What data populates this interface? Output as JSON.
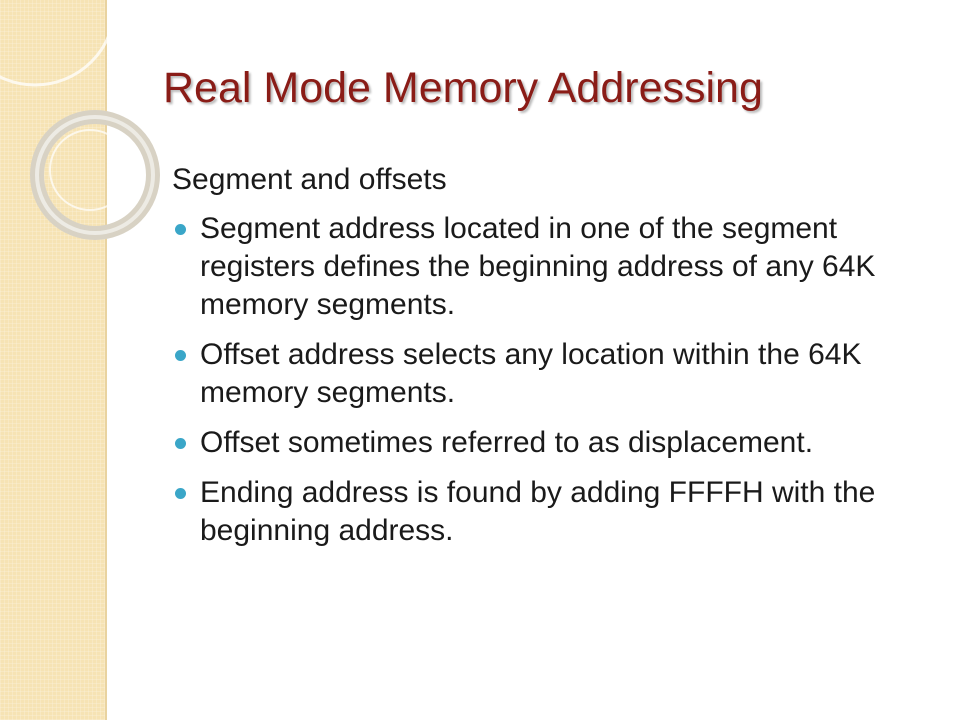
{
  "slide": {
    "title": "Real Mode Memory Addressing",
    "lead": "Segment and offsets",
    "bullets": [
      "Segment address located in one of the segment registers defines the beginning address of any 64K memory segments.",
      "Offset address selects any location within the 64K memory segments.",
      "Offset sometimes referred to as displacement.",
      "Ending address is found by adding FFFFH with the beginning address."
    ]
  },
  "colors": {
    "title": "#8a1c17",
    "bullet": "#3aa6c8",
    "side_band": "#f6e3b4",
    "text": "#1a1a1a"
  }
}
